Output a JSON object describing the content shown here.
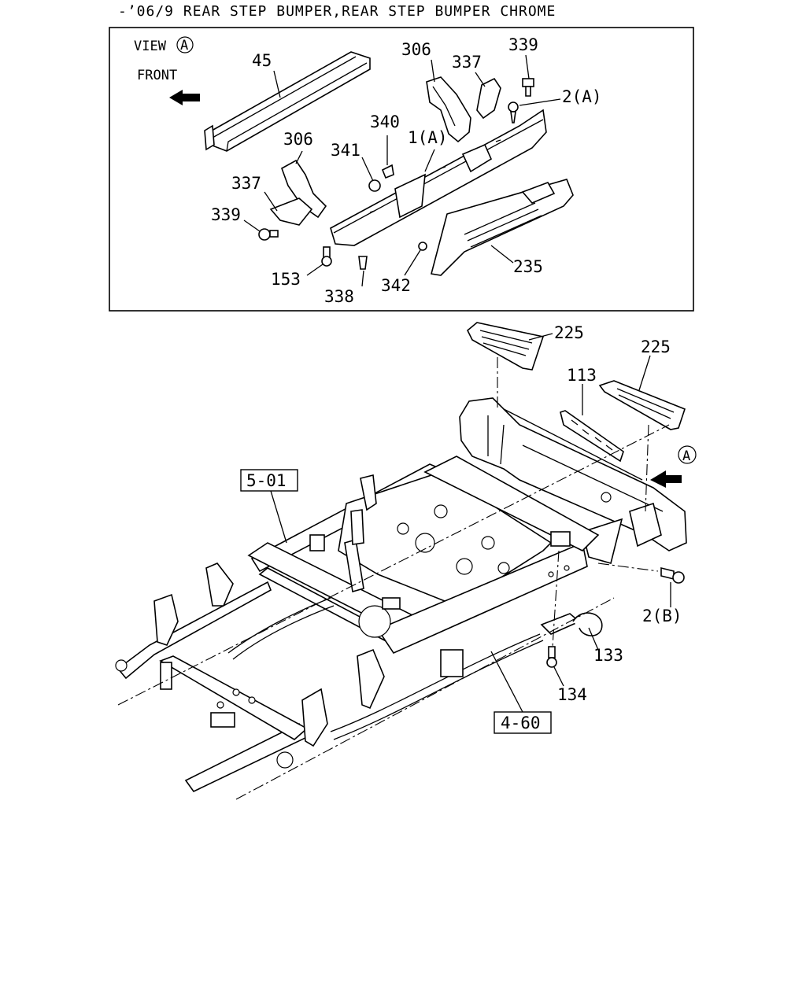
{
  "title": "-’06/9 REAR STEP BUMPER,REAR STEP BUMPER CHROME",
  "inset": {
    "view_label": "VIEW",
    "view_letter": "A",
    "front_label": "FRONT"
  },
  "callouts": {
    "c45": "45",
    "c306a": "306",
    "c337a": "337",
    "c339a": "339",
    "c2a": "2(A)",
    "c340": "340",
    "c1a": "1(A)",
    "c306b": "306",
    "c341": "341",
    "c337b": "337",
    "c339b": "339",
    "c153": "153",
    "c338": "338",
    "c342": "342",
    "c235": "235",
    "c225a": "225",
    "c225b": "225",
    "c113": "113",
    "cViewA": "A",
    "c501": "5-01",
    "c2b": "2(B)",
    "c133": "133",
    "c134": "134",
    "c460": "4-60"
  }
}
